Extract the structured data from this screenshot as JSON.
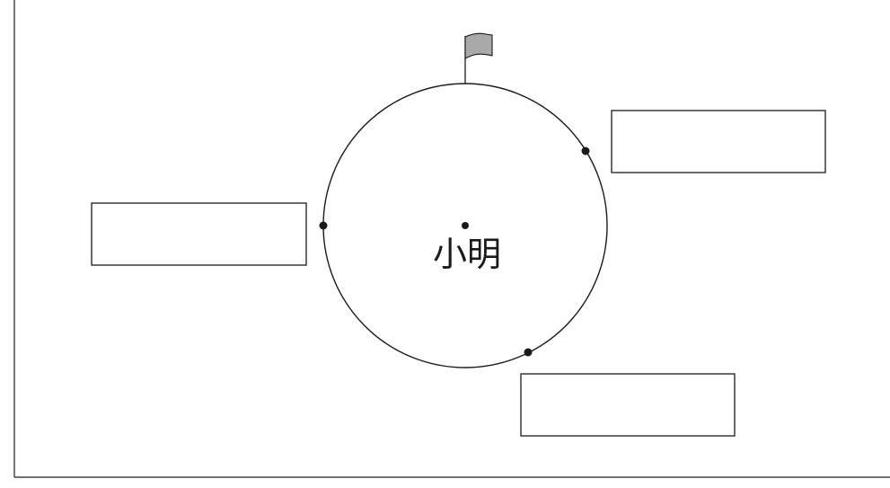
{
  "diagram": {
    "center_label": "小明",
    "colors": {
      "ink": "#1a1a1a",
      "flag_fill": "#a9a9a9",
      "background": "#ffffff"
    },
    "icons": {
      "flag": "flag-icon"
    },
    "blank_boxes": [
      {
        "id": "left",
        "text": ""
      },
      {
        "id": "upper-right",
        "text": ""
      },
      {
        "id": "lower-right",
        "text": ""
      }
    ]
  }
}
